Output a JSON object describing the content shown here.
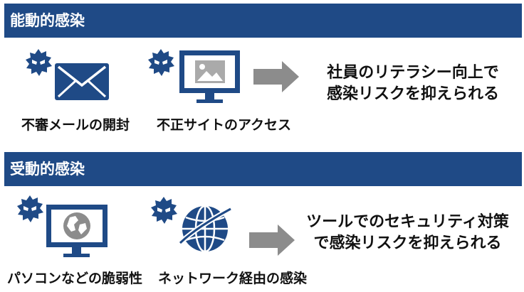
{
  "sections": [
    {
      "title": "能動的感染",
      "items": [
        {
          "icon": "virus-envelope-icon",
          "label": "不審メールの開封"
        },
        {
          "icon": "virus-monitor-image-icon",
          "label": "不正サイトのアクセス"
        }
      ],
      "result_lines": [
        "社員のリテラシー向上で",
        "感染リスクを抑えられる"
      ]
    },
    {
      "title": "受動的感染",
      "items": [
        {
          "icon": "virus-monitor-globe-icon",
          "label": "パソコンなどの脆弱性"
        },
        {
          "icon": "virus-globe-icon",
          "label": "ネットワーク経由の感染"
        }
      ],
      "result_lines": [
        "ツールでのセキュリティ対策",
        "で感染リスクを抑えられる"
      ]
    }
  ],
  "colors": {
    "header_bg": "#1f4a86",
    "icon": "#1f4a86",
    "arrow": "#8c8c8c",
    "monitor_screen": "#aaaaaa"
  }
}
